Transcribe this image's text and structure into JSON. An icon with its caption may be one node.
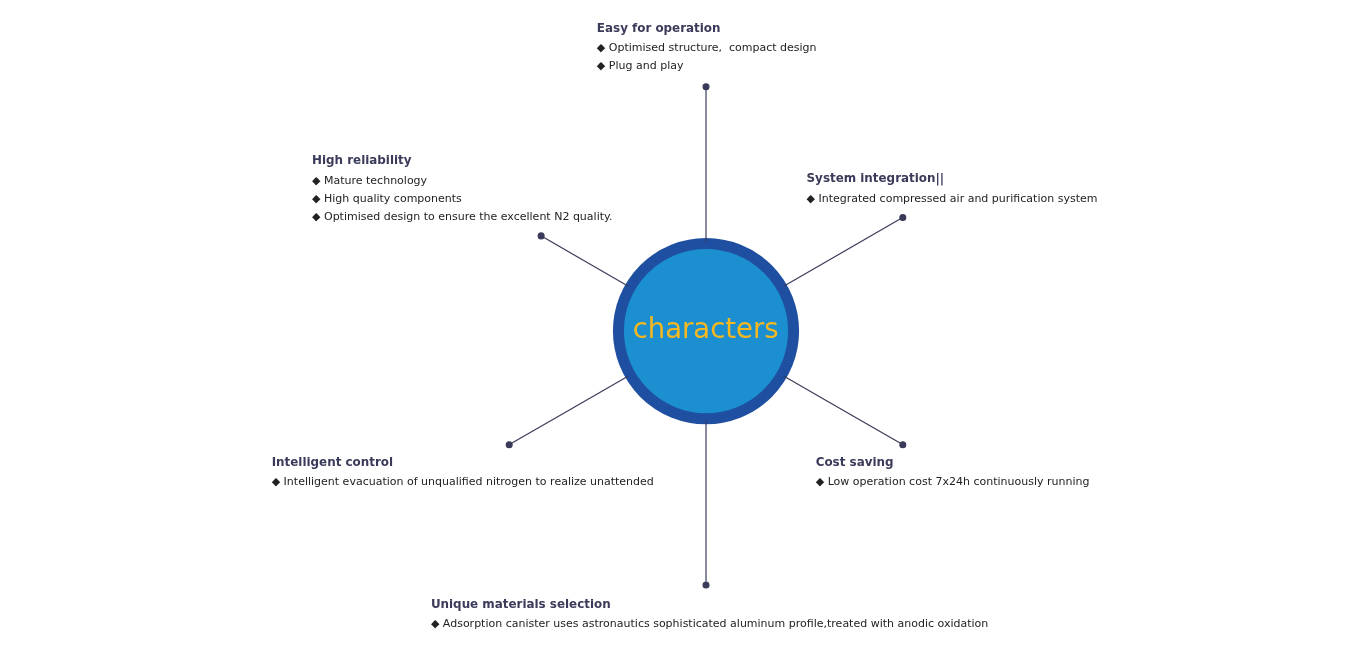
{
  "diagram": {
    "nodes": [
      {
        "text": [
          "characters"
        ]
      },
      {
        "text": [
          "System integration||",
          "◆ Integrated compressed air and purification system"
        ]
      },
      {
        "text": [
          "Easy for operation",
          "◆ Optimised structure,  compact design",
          "◆ Plug and play"
        ]
      },
      {
        "text": [
          "High reliability",
          "◆ Mature technology",
          "◆ High quality components",
          "◆ Optimised design to ensure the excellent N2 quality."
        ]
      },
      {
        "text": [
          "Intelligent control",
          "◆ Intelligent evacuation of unqualified nitrogen to realize unattended"
        ]
      },
      {
        "text": [
          "Unique materials selection",
          "◆ Adsorption canister uses astronautics sophisticated aluminum profile,treated with anodic oxidation"
        ]
      },
      {
        "text": [
          "Cost saving",
          "◆ Low operation cost 7x24h continuously running"
        ]
      }
    ],
    "edges": [
      {
        "from": 0,
        "to": 1,
        "arrow": "other"
      },
      {
        "from": 0,
        "to": 2,
        "arrow": "other"
      },
      {
        "from": 0,
        "to": 3,
        "arrow": "other"
      },
      {
        "from": 0,
        "to": 4,
        "arrow": "other"
      },
      {
        "from": 0,
        "to": 5,
        "arrow": "other"
      },
      {
        "from": 0,
        "to": 6,
        "arrow": "other"
      }
    ]
  }
}
